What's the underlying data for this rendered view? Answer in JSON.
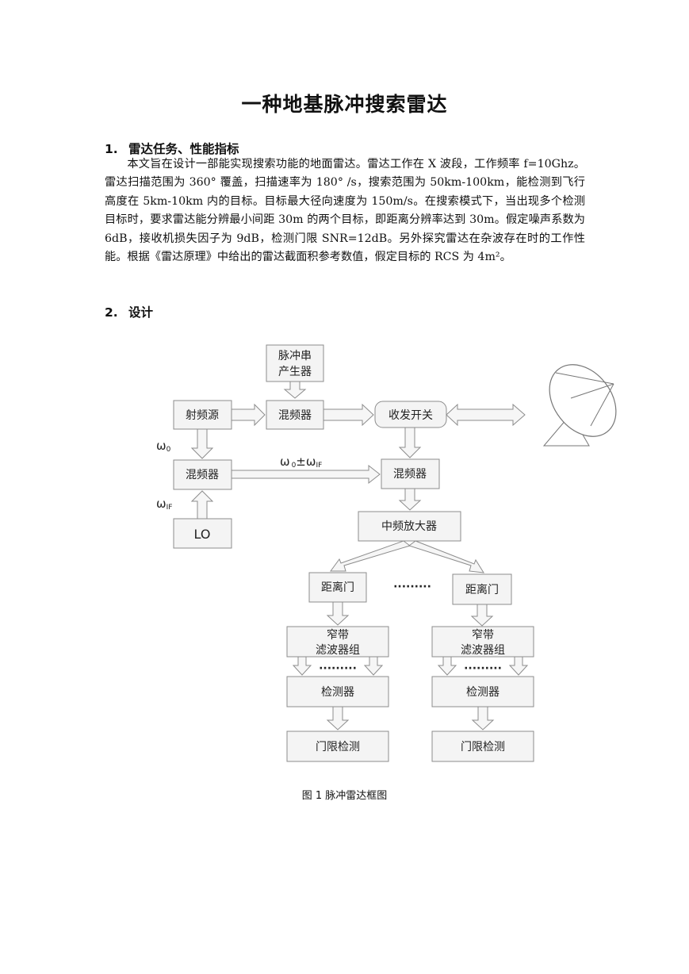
{
  "doc": {
    "title": "一种地基脉冲搜索雷达",
    "sections": [
      {
        "num": "1.",
        "title": "雷达任务、性能指标"
      },
      {
        "num": "2.",
        "title": "设计"
      }
    ],
    "paragraph": "本文旨在设计一部能实现搜索功能的地面雷达。雷达工作在 X 波段，工作频率 f=10Ghz。雷达扫描范围为 360° 覆盖，扫描速率为 180° /s，搜索范围为 50km-100km，能检测到飞行高度在 5km-10km 内的目标。目标最大径向速度为 150m/s。在搜索模式下，当出现多个检测目标时，要求雷达能分辨最小间距 30m 的两个目标，即距离分辨率达到 30m。假定噪声系数为 6dB，接收机损失因子为 9dB，检测门限 SNR=12dB。另外探究雷达在杂波存在时的工作性能。根据《雷达原理》中给出的雷达截面积参考数值，假定目标的 RCS 为 4m²。",
    "caption": "图 1    脉冲雷达框图"
  },
  "diagram": {
    "pulse_gen": [
      "脉冲串",
      "产生器"
    ],
    "rf_source": "射频源",
    "mixer_top": "混频器",
    "tr_switch": "收发开关",
    "mixer_left": "混频器",
    "mixer_right": "混频器",
    "lo": "LO",
    "if_amp": "中频放大器",
    "range_gate_1": "距离门",
    "range_gate_2": "距离门",
    "filter_bank_1": [
      "窄带",
      "滤波器组"
    ],
    "filter_bank_2": [
      "窄带",
      "滤波器组"
    ],
    "detector_1": "检测器",
    "detector_2": "检测器",
    "threshold_1": "门限检测",
    "threshold_2": "门限检测",
    "dots": "·········",
    "omega0": "ω",
    "omega0_sub": "0",
    "omegaIF": "ω",
    "omegaIF_sub": "IF",
    "sum_label": "ω",
    "sum_label_sub": "0",
    "sum_label_mid": "±ω",
    "sum_label_sub2": "IF"
  }
}
